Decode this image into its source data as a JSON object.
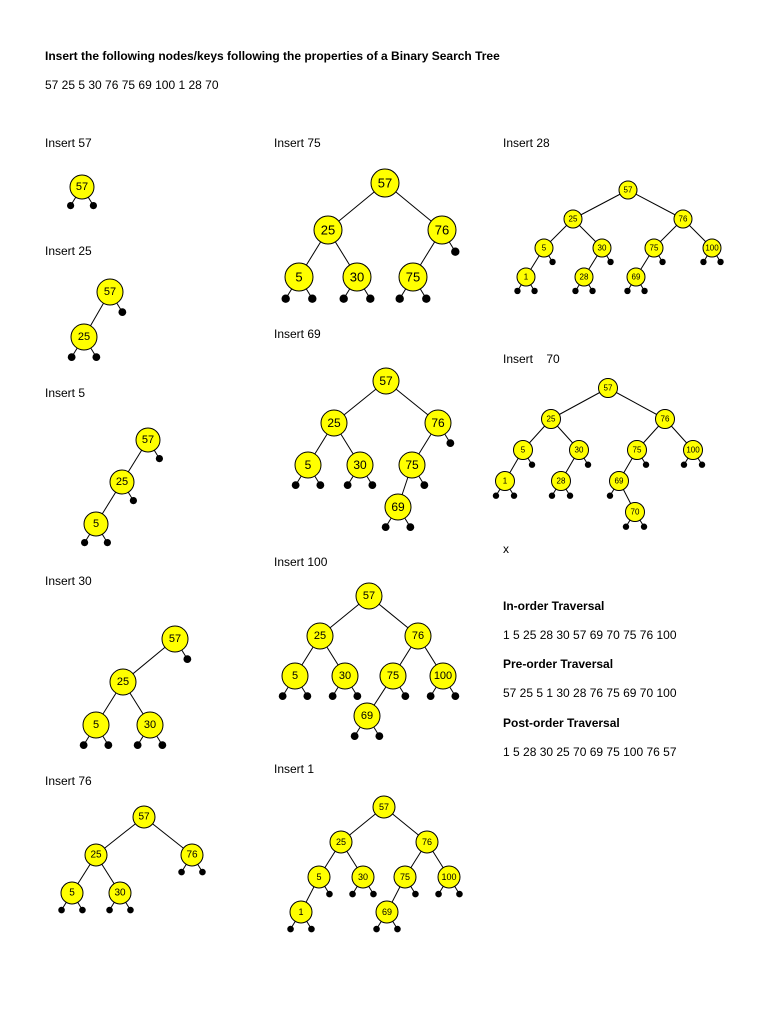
{
  "instruction": "Insert the following nodes/keys following the properties of a Binary Search Tree",
  "sequence": "57 25 5 30 76 75 69 100 1 28 70",
  "steps": [
    {
      "id": "s57",
      "label": "Insert 57",
      "keys": [
        57
      ]
    },
    {
      "id": "s25",
      "label": "Insert 25",
      "keys": [
        57,
        25
      ]
    },
    {
      "id": "s5",
      "label": "Insert 5",
      "keys": [
        57,
        25,
        5
      ]
    },
    {
      "id": "s30",
      "label": "Insert 30",
      "keys": [
        57,
        25,
        5,
        30
      ]
    },
    {
      "id": "s76",
      "label": "Insert 76",
      "keys": [
        57,
        25,
        5,
        30,
        76
      ]
    },
    {
      "id": "s75",
      "label": "Insert 75",
      "keys": [
        57,
        25,
        5,
        30,
        76,
        75
      ]
    },
    {
      "id": "s69",
      "label": "Insert 69",
      "keys": [
        57,
        25,
        5,
        30,
        76,
        75,
        69
      ]
    },
    {
      "id": "s100",
      "label": "Insert 100",
      "keys": [
        57,
        25,
        5,
        30,
        76,
        75,
        69,
        100
      ]
    },
    {
      "id": "s1",
      "label": "Insert 1",
      "keys": [
        57,
        25,
        5,
        30,
        76,
        75,
        69,
        100,
        1
      ]
    },
    {
      "id": "s28",
      "label": "Insert 28",
      "keys": [
        57,
        25,
        5,
        30,
        76,
        75,
        69,
        100,
        1,
        28
      ]
    },
    {
      "id": "s70",
      "label": "Insert    70",
      "keys": [
        57,
        25,
        5,
        30,
        76,
        75,
        69,
        100,
        1,
        28,
        70
      ]
    }
  ],
  "stray_mark": "x",
  "traversals": {
    "inorder_title": "In-order Traversal",
    "inorder": "1 5 25 28 30 57 69 70 75 76 100",
    "preorder_title": "Pre-order Traversal",
    "preorder": "57 25 5 1 30 28 76 75 69 70 100",
    "postorder_title": "Post-order Traversal",
    "postorder": "1 5 28 30 25 70 69 75 100 76 57"
  },
  "colors": {
    "node_fill": "#ffff00",
    "node_stroke": "#000000",
    "null_leaf": "#000000"
  }
}
